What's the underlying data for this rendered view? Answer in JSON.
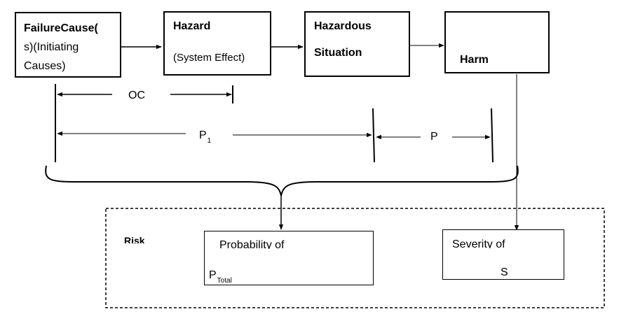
{
  "boxes": {
    "failure_cause": {
      "lines": [
        "FailureCause(",
        "s)(Initiating",
        "Causes)"
      ]
    },
    "hazard": {
      "title": "Hazard",
      "subtitle": "(System Effect)"
    },
    "hazardous_situation": {
      "lines": [
        "Hazardous",
        "Situation"
      ]
    },
    "harm": {
      "title": "Harm"
    },
    "probability": {
      "title": "Probability of",
      "symbol": "P",
      "subscript": "Total"
    },
    "severity": {
      "title": "Severity of",
      "symbol": "S"
    }
  },
  "labels": {
    "oc": "OC",
    "p1_main": "P",
    "p1_sub": "1",
    "p2": "P",
    "risk": "Risk"
  }
}
